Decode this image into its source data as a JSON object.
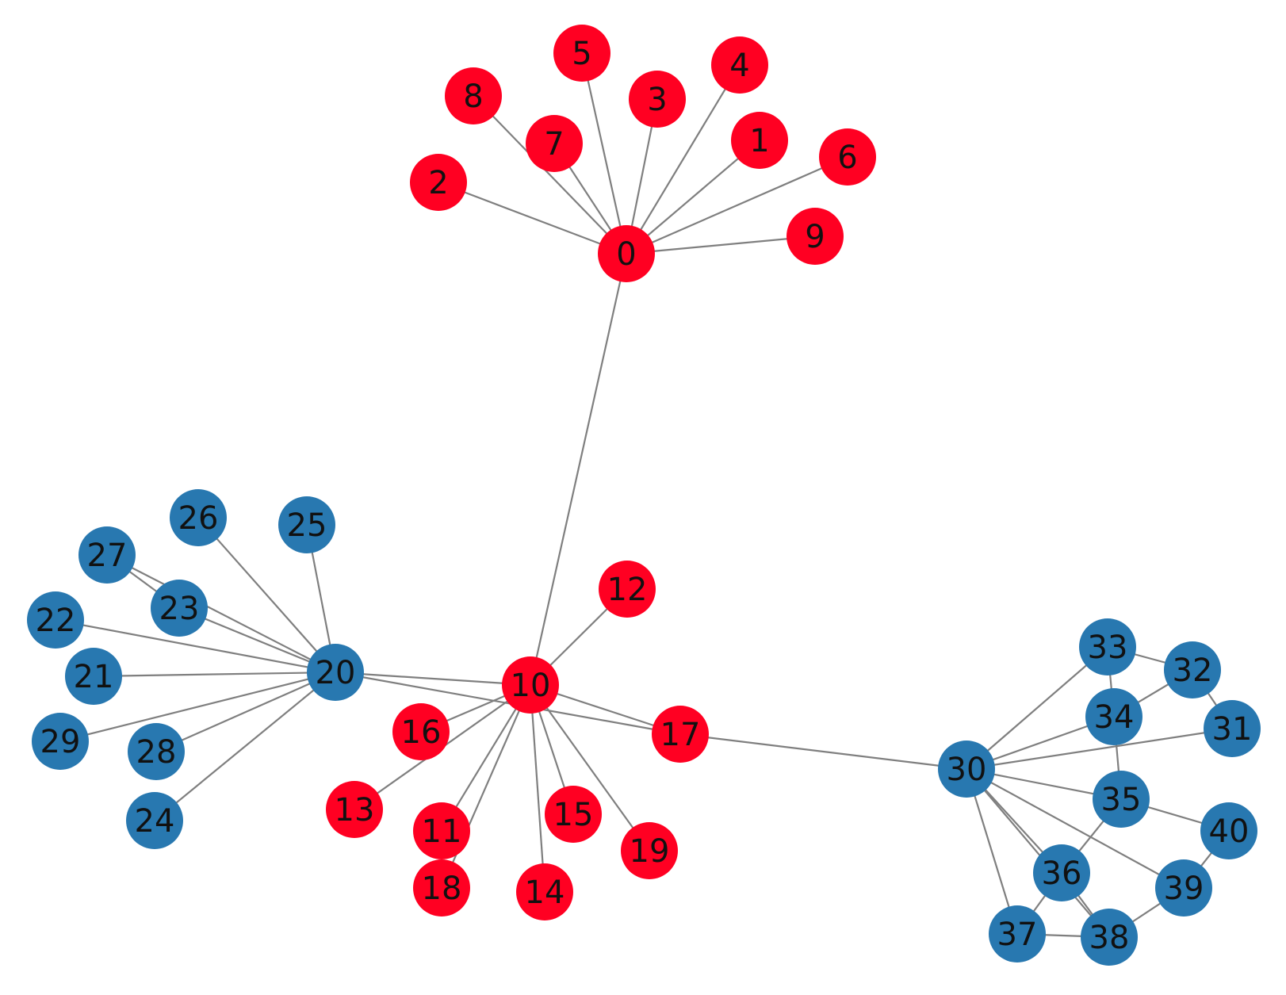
{
  "colors": {
    "red_group": "#ff0022",
    "blue_group": "#2878b0",
    "edge": "#7f7f7f",
    "label": "#111111"
  },
  "nodes": [
    {
      "id": "0",
      "label": "0",
      "group": "red"
    },
    {
      "id": "1",
      "label": "1",
      "group": "red"
    },
    {
      "id": "2",
      "label": "2",
      "group": "red"
    },
    {
      "id": "3",
      "label": "3",
      "group": "red"
    },
    {
      "id": "4",
      "label": "4",
      "group": "red"
    },
    {
      "id": "5",
      "label": "5",
      "group": "red"
    },
    {
      "id": "6",
      "label": "6",
      "group": "red"
    },
    {
      "id": "7",
      "label": "7",
      "group": "red"
    },
    {
      "id": "8",
      "label": "8",
      "group": "red"
    },
    {
      "id": "9",
      "label": "9",
      "group": "red"
    },
    {
      "id": "10",
      "label": "10",
      "group": "red"
    },
    {
      "id": "11",
      "label": "11",
      "group": "red"
    },
    {
      "id": "12",
      "label": "12",
      "group": "red"
    },
    {
      "id": "13",
      "label": "13",
      "group": "red"
    },
    {
      "id": "14",
      "label": "14",
      "group": "red"
    },
    {
      "id": "15",
      "label": "15",
      "group": "red"
    },
    {
      "id": "16",
      "label": "16",
      "group": "red"
    },
    {
      "id": "17",
      "label": "17",
      "group": "red"
    },
    {
      "id": "18",
      "label": "18",
      "group": "red"
    },
    {
      "id": "19",
      "label": "19",
      "group": "red"
    },
    {
      "id": "20",
      "label": "20",
      "group": "blue"
    },
    {
      "id": "21",
      "label": "21",
      "group": "blue"
    },
    {
      "id": "22",
      "label": "22",
      "group": "blue"
    },
    {
      "id": "23",
      "label": "23",
      "group": "blue"
    },
    {
      "id": "24",
      "label": "24",
      "group": "blue"
    },
    {
      "id": "25",
      "label": "25",
      "group": "blue"
    },
    {
      "id": "26",
      "label": "26",
      "group": "blue"
    },
    {
      "id": "27",
      "label": "27",
      "group": "blue"
    },
    {
      "id": "28",
      "label": "28",
      "group": "blue"
    },
    {
      "id": "29",
      "label": "29",
      "group": "blue"
    },
    {
      "id": "30",
      "label": "30",
      "group": "blue"
    },
    {
      "id": "31",
      "label": "31",
      "group": "blue"
    },
    {
      "id": "32",
      "label": "32",
      "group": "blue"
    },
    {
      "id": "33",
      "label": "33",
      "group": "blue"
    },
    {
      "id": "34",
      "label": "34",
      "group": "blue"
    },
    {
      "id": "35",
      "label": "35",
      "group": "blue"
    },
    {
      "id": "36",
      "label": "36",
      "group": "blue"
    },
    {
      "id": "37",
      "label": "37",
      "group": "blue"
    },
    {
      "id": "38",
      "label": "38",
      "group": "blue"
    },
    {
      "id": "39",
      "label": "39",
      "group": "blue"
    },
    {
      "id": "40",
      "label": "40",
      "group": "blue"
    }
  ],
  "edges": [
    [
      "0",
      "1"
    ],
    [
      "0",
      "2"
    ],
    [
      "0",
      "3"
    ],
    [
      "0",
      "4"
    ],
    [
      "0",
      "5"
    ],
    [
      "0",
      "6"
    ],
    [
      "0",
      "7"
    ],
    [
      "0",
      "8"
    ],
    [
      "0",
      "9"
    ],
    [
      "0",
      "10"
    ],
    [
      "10",
      "11"
    ],
    [
      "10",
      "12"
    ],
    [
      "10",
      "13"
    ],
    [
      "10",
      "14"
    ],
    [
      "10",
      "15"
    ],
    [
      "10",
      "16"
    ],
    [
      "10",
      "17"
    ],
    [
      "10",
      "18"
    ],
    [
      "10",
      "19"
    ],
    [
      "10",
      "20"
    ],
    [
      "20",
      "21"
    ],
    [
      "20",
      "22"
    ],
    [
      "20",
      "23"
    ],
    [
      "20",
      "24"
    ],
    [
      "20",
      "25"
    ],
    [
      "20",
      "26"
    ],
    [
      "20",
      "27"
    ],
    [
      "20",
      "28"
    ],
    [
      "20",
      "29"
    ],
    [
      "23",
      "27"
    ],
    [
      "17",
      "20"
    ],
    [
      "17",
      "30"
    ],
    [
      "30",
      "33"
    ],
    [
      "30",
      "34"
    ],
    [
      "30",
      "31"
    ],
    [
      "30",
      "35"
    ],
    [
      "30",
      "36"
    ],
    [
      "30",
      "37"
    ],
    [
      "30",
      "38"
    ],
    [
      "30",
      "39"
    ],
    [
      "33",
      "32"
    ],
    [
      "33",
      "34"
    ],
    [
      "34",
      "32"
    ],
    [
      "34",
      "35"
    ],
    [
      "32",
      "31"
    ],
    [
      "35",
      "40"
    ],
    [
      "35",
      "36"
    ],
    [
      "40",
      "39"
    ],
    [
      "39",
      "38"
    ],
    [
      "36",
      "37"
    ],
    [
      "36",
      "38"
    ],
    [
      "37",
      "38"
    ]
  ]
}
